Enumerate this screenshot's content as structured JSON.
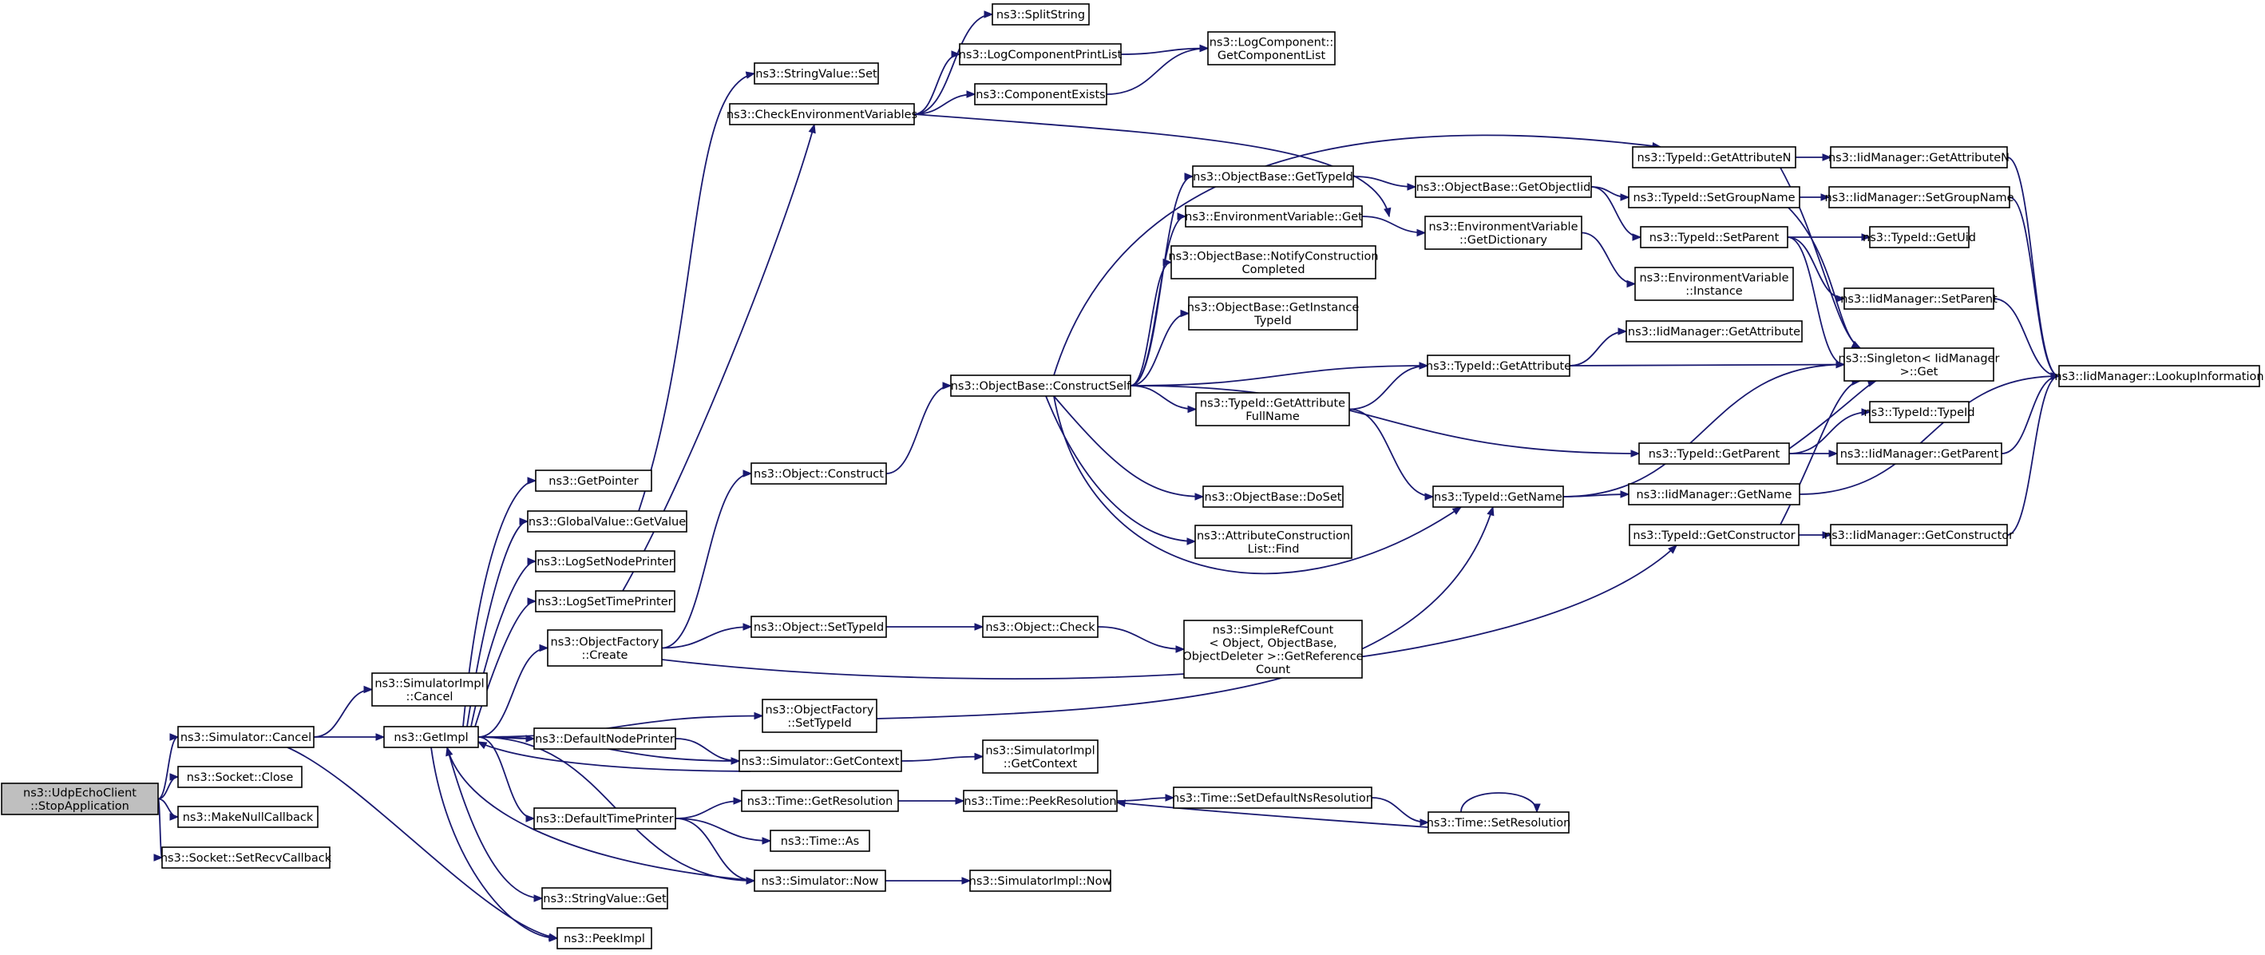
{
  "diagram": {
    "type": "call-graph",
    "colors": {
      "edge": "#191970",
      "node_border": "#000000",
      "root_fill": "#bfbfbf",
      "node_fill": "#ffffff"
    },
    "nodes": [
      {
        "id": "root",
        "lines": [
          "ns3::UdpEchoClient",
          "::StopApplication"
        ],
        "root": true
      },
      {
        "id": "simCancel",
        "lines": [
          "ns3::Simulator::Cancel"
        ]
      },
      {
        "id": "sockClose",
        "lines": [
          "ns3::Socket::Close"
        ]
      },
      {
        "id": "makeNull",
        "lines": [
          "ns3::MakeNullCallback"
        ]
      },
      {
        "id": "setRecv",
        "lines": [
          "ns3::Socket::SetRecvCallback"
        ]
      },
      {
        "id": "simImplCancel",
        "lines": [
          "ns3::SimulatorImpl",
          "::Cancel"
        ]
      },
      {
        "id": "getImpl",
        "lines": [
          "ns3::GetImpl"
        ]
      },
      {
        "id": "getPointer",
        "lines": [
          "ns3::GetPointer"
        ]
      },
      {
        "id": "gvGetValue",
        "lines": [
          "ns3::GlobalValue::GetValue"
        ]
      },
      {
        "id": "logSetNode",
        "lines": [
          "ns3::LogSetNodePrinter"
        ]
      },
      {
        "id": "logSetTime",
        "lines": [
          "ns3::LogSetTimePrinter"
        ]
      },
      {
        "id": "objFactCreate",
        "lines": [
          "ns3::ObjectFactory",
          "::Create"
        ]
      },
      {
        "id": "defNodePrinter",
        "lines": [
          "ns3::DefaultNodePrinter"
        ]
      },
      {
        "id": "defTimePrinter",
        "lines": [
          "ns3::DefaultTimePrinter"
        ]
      },
      {
        "id": "svGet",
        "lines": [
          "ns3::StringValue::Get"
        ]
      },
      {
        "id": "peekImpl",
        "lines": [
          "ns3::PeekImpl"
        ]
      },
      {
        "id": "svSet",
        "lines": [
          "ns3::StringValue::Set"
        ]
      },
      {
        "id": "checkEnv",
        "lines": [
          "ns3::CheckEnvironmentVariables"
        ]
      },
      {
        "id": "objConstruct",
        "lines": [
          "ns3::Object::Construct"
        ]
      },
      {
        "id": "objSetTypeId",
        "lines": [
          "ns3::Object::SetTypeId"
        ]
      },
      {
        "id": "ofSetTypeId",
        "lines": [
          "ns3::ObjectFactory",
          "::SetTypeId"
        ]
      },
      {
        "id": "simGetContext",
        "lines": [
          "ns3::Simulator::GetContext"
        ]
      },
      {
        "id": "timeGetRes",
        "lines": [
          "ns3::Time::GetResolution"
        ]
      },
      {
        "id": "timeAs",
        "lines": [
          "ns3::Time::As"
        ]
      },
      {
        "id": "simNow",
        "lines": [
          "ns3::Simulator::Now"
        ]
      },
      {
        "id": "splitString",
        "lines": [
          "ns3::SplitString"
        ]
      },
      {
        "id": "logCompPrint",
        "lines": [
          "ns3::LogComponentPrintList"
        ]
      },
      {
        "id": "compExists",
        "lines": [
          "ns3::ComponentExists"
        ]
      },
      {
        "id": "objBaseConstructSelf",
        "lines": [
          "ns3::ObjectBase::ConstructSelf"
        ]
      },
      {
        "id": "objCheck",
        "lines": [
          "ns3::Object::Check"
        ]
      },
      {
        "id": "simImplGetContext",
        "lines": [
          "ns3::SimulatorImpl",
          "::GetContext"
        ]
      },
      {
        "id": "timePeekRes",
        "lines": [
          "ns3::Time::PeekResolution"
        ]
      },
      {
        "id": "simImplNow",
        "lines": [
          "ns3::SimulatorImpl::Now"
        ]
      },
      {
        "id": "logCompGetList",
        "lines": [
          "ns3::LogComponent::",
          "GetComponentList"
        ]
      },
      {
        "id": "obGetTypeId",
        "lines": [
          "ns3::ObjectBase::GetTypeId"
        ]
      },
      {
        "id": "envVarGet",
        "lines": [
          "ns3::EnvironmentVariable::Get"
        ]
      },
      {
        "id": "obNotify",
        "lines": [
          "ns3::ObjectBase::NotifyConstruction",
          "Completed"
        ]
      },
      {
        "id": "obGetInstance",
        "lines": [
          "ns3::ObjectBase::GetInstance",
          "TypeId"
        ]
      },
      {
        "id": "tidGetAttrFull",
        "lines": [
          "ns3::TypeId::GetAttribute",
          "FullName"
        ]
      },
      {
        "id": "obDoSet",
        "lines": [
          "ns3::ObjectBase::DoSet"
        ]
      },
      {
        "id": "attrFind",
        "lines": [
          "ns3::AttributeConstruction",
          "List::Find"
        ]
      },
      {
        "id": "simpleRef",
        "lines": [
          "ns3::SimpleRefCount",
          "< Object, ObjectBase,",
          "ObjectDeleter >::GetReference",
          "Count"
        ]
      },
      {
        "id": "timeSetDefNs",
        "lines": [
          "ns3::Time::SetDefaultNsResolution"
        ]
      },
      {
        "id": "obGetObjectIid",
        "lines": [
          "ns3::ObjectBase::GetObjectIid"
        ]
      },
      {
        "id": "envGetDict",
        "lines": [
          "ns3::EnvironmentVariable",
          "::GetDictionary"
        ]
      },
      {
        "id": "tidGetAttr",
        "lines": [
          "ns3::TypeId::GetAttribute"
        ]
      },
      {
        "id": "tidGetName",
        "lines": [
          "ns3::TypeId::GetName"
        ]
      },
      {
        "id": "timeSetRes",
        "lines": [
          "ns3::Time::SetResolution"
        ]
      },
      {
        "id": "tidGetAttrN",
        "lines": [
          "ns3::TypeId::GetAttributeN"
        ]
      },
      {
        "id": "tidSetGroup",
        "lines": [
          "ns3::TypeId::SetGroupName"
        ]
      },
      {
        "id": "tidSetParent",
        "lines": [
          "ns3::TypeId::SetParent"
        ]
      },
      {
        "id": "envInstance",
        "lines": [
          "ns3::EnvironmentVariable",
          "::Instance"
        ]
      },
      {
        "id": "iidGetAttr",
        "lines": [
          "ns3::IidManager::GetAttribute"
        ]
      },
      {
        "id": "tidGetParent",
        "lines": [
          "ns3::TypeId::GetParent"
        ]
      },
      {
        "id": "iidGetName",
        "lines": [
          "ns3::IidManager::GetName"
        ]
      },
      {
        "id": "tidGetCtor",
        "lines": [
          "ns3::TypeId::GetConstructor"
        ]
      },
      {
        "id": "iidGetAttrN",
        "lines": [
          "ns3::IidManager::GetAttributeN"
        ]
      },
      {
        "id": "iidSetGroup",
        "lines": [
          "ns3::IidManager::SetGroupName"
        ]
      },
      {
        "id": "tidGetUid",
        "lines": [
          "ns3::TypeId::GetUid"
        ]
      },
      {
        "id": "iidSetParent",
        "lines": [
          "ns3::IidManager::SetParent"
        ]
      },
      {
        "id": "singleton",
        "lines": [
          "ns3::Singleton< IidManager",
          ">::Get"
        ]
      },
      {
        "id": "tidTypeId",
        "lines": [
          "ns3::TypeId::TypeId"
        ]
      },
      {
        "id": "iidGetParent",
        "lines": [
          "ns3::IidManager::GetParent"
        ]
      },
      {
        "id": "iidGetCtor",
        "lines": [
          "ns3::IidManager::GetConstructor"
        ]
      },
      {
        "id": "iidLookup",
        "lines": [
          "ns3::IidManager::LookupInformation"
        ]
      }
    ],
    "edges": [
      [
        "root",
        "simCancel"
      ],
      [
        "root",
        "sockClose"
      ],
      [
        "root",
        "makeNull"
      ],
      [
        "root",
        "setRecv"
      ],
      [
        "simCancel",
        "simImplCancel"
      ],
      [
        "simCancel",
        "getImpl"
      ],
      [
        "simCancel",
        "peekImpl"
      ],
      [
        "getImpl",
        "getPointer"
      ],
      [
        "getImpl",
        "gvGetValue"
      ],
      [
        "getImpl",
        "logSetNode"
      ],
      [
        "getImpl",
        "logSetTime"
      ],
      [
        "getImpl",
        "objFactCreate"
      ],
      [
        "getImpl",
        "ofSetTypeId"
      ],
      [
        "getImpl",
        "defNodePrinter"
      ],
      [
        "getImpl",
        "simGetContext"
      ],
      [
        "getImpl",
        "defTimePrinter"
      ],
      [
        "getImpl",
        "simNow"
      ],
      [
        "getImpl",
        "svGet"
      ],
      [
        "getImpl",
        "peekImpl"
      ],
      [
        "gvGetValue",
        "svSet"
      ],
      [
        "logSetTime",
        "checkEnv"
      ],
      [
        "objFactCreate",
        "objConstruct"
      ],
      [
        "objFactCreate",
        "objSetTypeId"
      ],
      [
        "objFactCreate",
        "tidGetCtor"
      ],
      [
        "defNodePrinter",
        "simGetContext"
      ],
      [
        "simGetContext",
        "getImpl"
      ],
      [
        "simGetContext",
        "simImplGetContext"
      ],
      [
        "defTimePrinter",
        "timeGetRes"
      ],
      [
        "defTimePrinter",
        "timeAs"
      ],
      [
        "defTimePrinter",
        "simNow"
      ],
      [
        "simNow",
        "getImpl"
      ],
      [
        "simNow",
        "simImplNow"
      ],
      [
        "checkEnv",
        "splitString"
      ],
      [
        "checkEnv",
        "logCompPrint"
      ],
      [
        "checkEnv",
        "compExists"
      ],
      [
        "checkEnv",
        "envGetDict"
      ],
      [
        "logCompPrint",
        "logCompGetList"
      ],
      [
        "compExists",
        "logCompGetList"
      ],
      [
        "objConstruct",
        "objBaseConstructSelf"
      ],
      [
        "objSetTypeId",
        "objCheck"
      ],
      [
        "objCheck",
        "simpleRef"
      ],
      [
        "ofSetTypeId",
        "tidGetName"
      ],
      [
        "timeGetRes",
        "timePeekRes"
      ],
      [
        "timePeekRes",
        "timeSetDefNs"
      ],
      [
        "timeSetDefNs",
        "timeSetRes"
      ],
      [
        "timeSetRes",
        "timePeekRes"
      ],
      [
        "timeSetRes",
        "timeSetRes"
      ],
      [
        "objBaseConstructSelf",
        "obGetTypeId"
      ],
      [
        "objBaseConstructSelf",
        "envVarGet"
      ],
      [
        "objBaseConstructSelf",
        "obNotify"
      ],
      [
        "objBaseConstructSelf",
        "obGetInstance"
      ],
      [
        "objBaseConstructSelf",
        "tidGetAttrFull"
      ],
      [
        "objBaseConstructSelf",
        "obDoSet"
      ],
      [
        "objBaseConstructSelf",
        "attrFind"
      ],
      [
        "objBaseConstructSelf",
        "tidGetAttr"
      ],
      [
        "objBaseConstructSelf",
        "tidGetName"
      ],
      [
        "objBaseConstructSelf",
        "tidGetParent"
      ],
      [
        "objBaseConstructSelf",
        "tidGetAttrN"
      ],
      [
        "obGetTypeId",
        "obGetObjectIid"
      ],
      [
        "envVarGet",
        "envGetDict"
      ],
      [
        "obGetObjectIid",
        "tidSetGroup"
      ],
      [
        "obGetObjectIid",
        "tidSetParent"
      ],
      [
        "envGetDict",
        "envInstance"
      ],
      [
        "tidGetAttrFull",
        "tidGetAttr"
      ],
      [
        "tidGetAttrFull",
        "tidGetName"
      ],
      [
        "tidGetAttr",
        "iidGetAttr"
      ],
      [
        "tidGetAttr",
        "singleton"
      ],
      [
        "tidGetName",
        "singleton"
      ],
      [
        "tidGetName",
        "iidGetName"
      ],
      [
        "tidGetAttrN",
        "iidGetAttrN"
      ],
      [
        "tidGetAttrN",
        "singleton"
      ],
      [
        "tidSetGroup",
        "iidSetGroup"
      ],
      [
        "tidSetGroup",
        "singleton"
      ],
      [
        "tidSetParent",
        "tidGetUid"
      ],
      [
        "tidSetParent",
        "iidSetParent"
      ],
      [
        "tidSetParent",
        "singleton"
      ],
      [
        "tidGetParent",
        "singleton"
      ],
      [
        "tidGetParent",
        "tidTypeId"
      ],
      [
        "tidGetParent",
        "iidGetParent"
      ],
      [
        "tidGetCtor",
        "singleton"
      ],
      [
        "tidGetCtor",
        "iidGetCtor"
      ],
      [
        "iidGetAttrN",
        "iidLookup"
      ],
      [
        "iidSetGroup",
        "iidLookup"
      ],
      [
        "iidSetParent",
        "iidLookup"
      ],
      [
        "iidGetParent",
        "iidLookup"
      ],
      [
        "iidGetName",
        "iidLookup"
      ],
      [
        "iidGetCtor",
        "iidLookup"
      ]
    ]
  }
}
